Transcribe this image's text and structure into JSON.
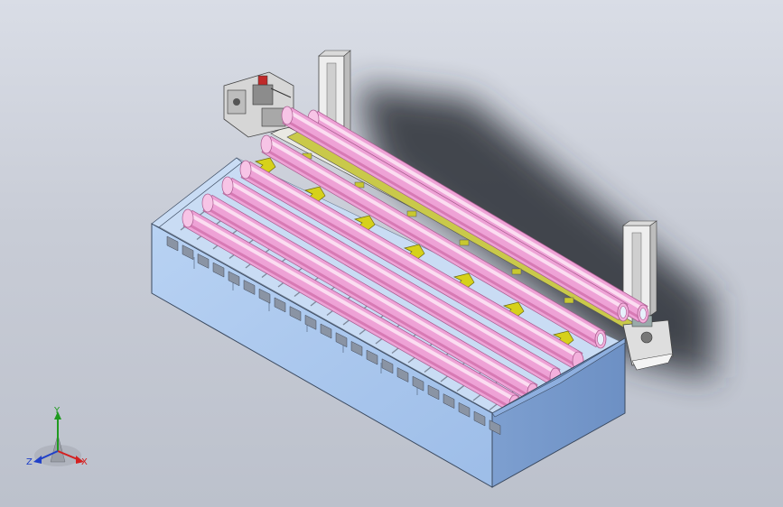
{
  "viewport": {
    "background_top": "#d9dde6",
    "background_bottom": "#bcc1cc"
  },
  "model": {
    "tube_count": 7,
    "tube_color": "#f2a3d6",
    "box_color": "#a9c6ee",
    "yellow_part_color": "#d4d400",
    "frame_color": "#d8d8d8"
  },
  "triad": {
    "x_label": "X",
    "y_label": "Y",
    "z_label": "Z",
    "x_color": "#d42020",
    "y_color": "#1f9a1f",
    "z_color": "#2040c8"
  }
}
